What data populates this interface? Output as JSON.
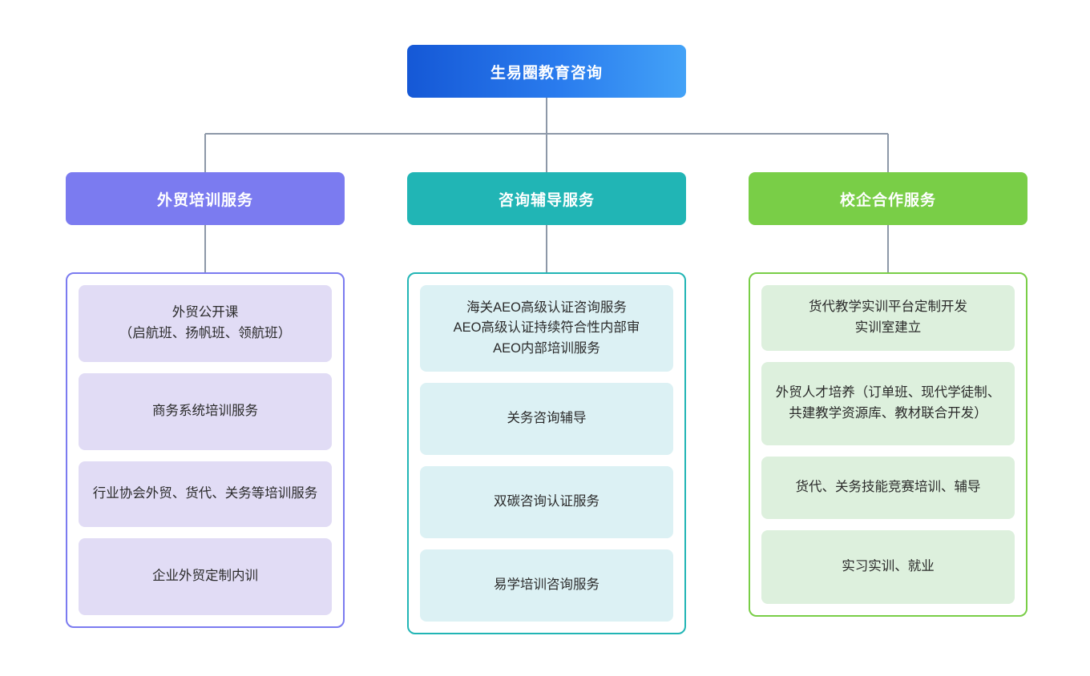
{
  "diagram": {
    "type": "organization-chart",
    "root": {
      "label": "生易圈教育咨询",
      "color": "#2a7cee",
      "gradient_from": "#1558d6",
      "gradient_to": "#43a2f7"
    },
    "connector_color": "#8d98a8",
    "branches": [
      {
        "label": "外贸培训服务",
        "header_color": "#7b7bf0",
        "card_color": "#e1dcf5",
        "border_color": "#7b7bf0",
        "items": [
          {
            "text": "外贸公开课\n（启航班、扬帆班、领航班）",
            "min_height": 96
          },
          {
            "text": "商务系统培训服务",
            "min_height": 96
          },
          {
            "text": "行业协会外贸、货代、关务等培训服务",
            "min_height": 82
          },
          {
            "text": "企业外贸定制内训",
            "min_height": 96
          }
        ]
      },
      {
        "label": "咨询辅导服务",
        "header_color": "#21b5b5",
        "card_color": "#dcf1f4",
        "border_color": "#21b5b5",
        "items": [
          {
            "text": "海关AEO高级认证咨询服务\nAEO高级认证持续符合性内部审\nAEO内部培训服务",
            "min_height": 108
          },
          {
            "text": "关务咨询辅导",
            "min_height": 90
          },
          {
            "text": "双碳咨询认证服务",
            "min_height": 90
          },
          {
            "text": "易学培训咨询服务",
            "min_height": 90
          }
        ]
      },
      {
        "label": "校企合作服务",
        "header_color": "#79ce47",
        "card_color": "#ddf0dd",
        "border_color": "#79ce47",
        "items": [
          {
            "text": "货代教学实训平台定制开发\n实训室建立",
            "min_height": 82
          },
          {
            "text": "外贸人才培养（订单班、现代学徒制、共建教学资源库、教材联合开发）",
            "min_height": 104
          },
          {
            "text": "货代、关务技能竞赛培训、辅导",
            "min_height": 78
          },
          {
            "text": "实习实训、就业",
            "min_height": 92
          }
        ]
      }
    ]
  }
}
